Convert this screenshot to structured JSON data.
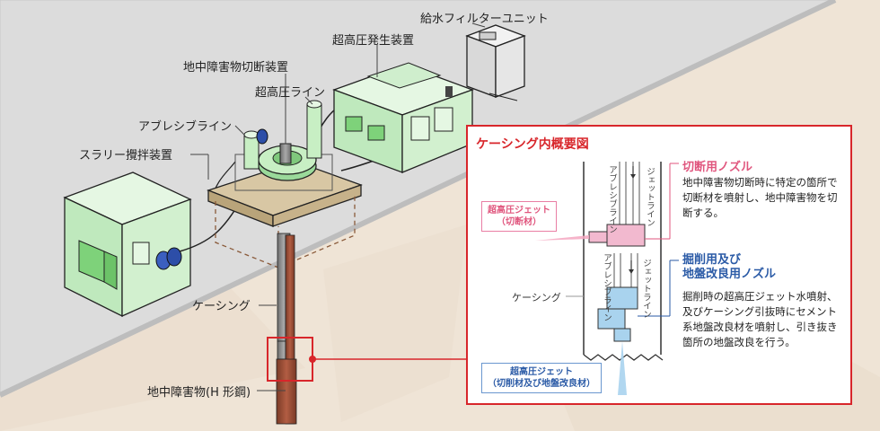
{
  "labels": {
    "water_filter": "給水フィルターユニット",
    "high_pressure_gen": "超高圧発生装置",
    "cutting_device": "地中障害物切断装置",
    "high_pressure_line": "超高圧ライン",
    "abrasive_line": "アブレシブライン",
    "slurry_mixer": "スラリー攪拌装置",
    "casing": "ケーシング",
    "obstacle": "地中障害物(H 形鋼)"
  },
  "inset": {
    "title": "ケーシング内概要図",
    "vertical_labels": {
      "abrasive_line_upper": "アブレシブライン",
      "jet_line_upper": "ジェットライン",
      "abrasive_line_lower": "アブレシブライン",
      "jet_line_lower": "ジェットライン"
    },
    "casing_label": "ケーシング",
    "cutting_nozzle": {
      "heading": "切断用ノズル",
      "description": "地中障害物切断時に特定の箇所で切断材を噴射し、地中障害物を切断する。"
    },
    "drilling_nozzle": {
      "heading_line1": "掘削用及び",
      "heading_line2": "地盤改良用ノズル",
      "description": "掘削時の超高圧ジェット水噴射、及びケーシング引抜時にセメント系地盤改良材を噴射し、引き抜き箇所の地盤改良を行う。"
    },
    "tag_cutting": {
      "line1": "超高圧ジェット",
      "line2": "（切断材）"
    },
    "tag_drilling": {
      "line1": "超高圧ジェット",
      "line2": "（切削材及び地盤改良材）"
    }
  },
  "colors": {
    "red_frame": "#d8262b",
    "pink": "#e0567e",
    "blue": "#2a5aa6",
    "green_machine": "#cfeecd"
  }
}
